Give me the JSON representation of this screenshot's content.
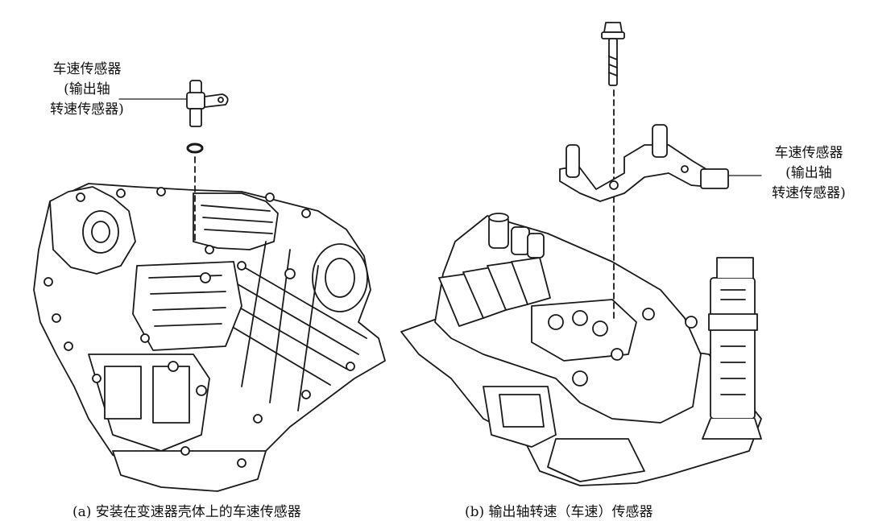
{
  "callout_a": {
    "lines": [
      "车速传感器",
      "(输出轴",
      "转速传感器)"
    ]
  },
  "callout_b": {
    "lines": [
      "车速传感器",
      "(输出轴",
      "转速传感器)"
    ]
  },
  "captions": {
    "a": "(a) 安装在变速器壳体上的车速传感器",
    "b": "(b) 输出轴转速（车速）传感器"
  },
  "colors": {
    "line": "#1a1a1a",
    "fill": "#ffffff"
  }
}
